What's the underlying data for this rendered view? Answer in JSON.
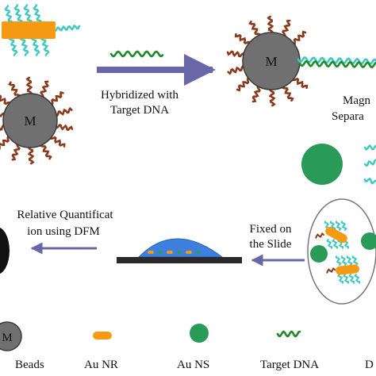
{
  "colors": {
    "bead": "#707070",
    "bead_stroke": "#3a3a3a",
    "dna_brown": "#8b3a1a",
    "target_green": "#1f8a2a",
    "probe_cyan": "#3cc8c0",
    "gold_nanorod": "#f59a12",
    "gold_nanosphere": "#2a9a58",
    "arrow": "#6a67a6",
    "droplet": "#3f7fe0",
    "slide": "#2a2a2a"
  },
  "bead_label": "M",
  "steps": {
    "hybridize_line1": "Hybridized with",
    "hybridize_line2": "Target DNA",
    "magnetic_line1": "Magn",
    "magnetic_line2": "Separa",
    "fixed_line1": "Fixed on",
    "fixed_line2": "the Slide",
    "quant_line1": "Relative Quantificat",
    "quant_line2": "ion using DFM"
  },
  "legend": {
    "beads": "Beads",
    "au_nr": "Au NR",
    "au_ns": "Au NS",
    "target_dna": "Target DNA",
    "partial": "D"
  }
}
